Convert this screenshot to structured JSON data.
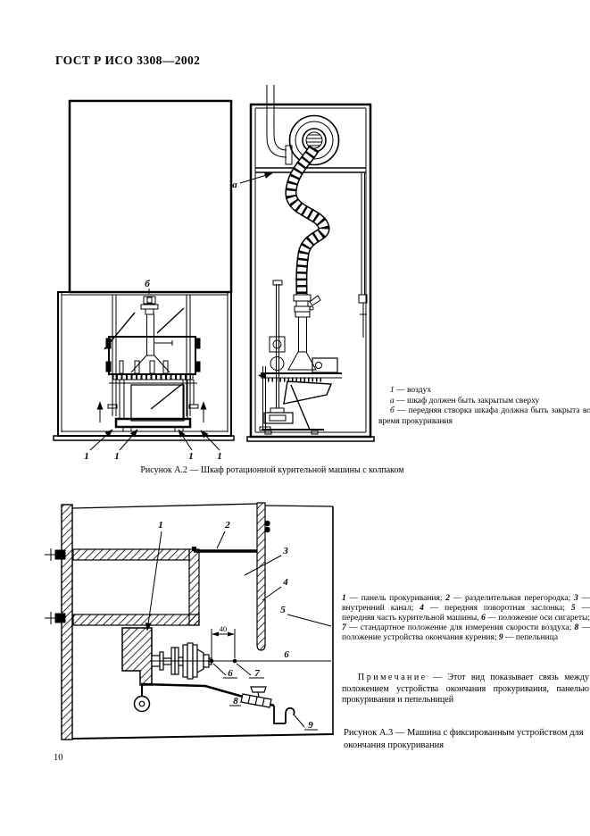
{
  "header": {
    "title": "ГОСТ Р ИСО 3308—2002"
  },
  "fig_a2": {
    "labels": {
      "one": "1",
      "a": "а",
      "b": "б"
    },
    "notes": [
      {
        "key": "1",
        "text": "— воздух"
      },
      {
        "key": "а",
        "text": "— шкаф должен быть закрытым сверху"
      },
      {
        "key": "б",
        "text": "— передняя створка шкафа должна быть закрыта во время прокуривания"
      }
    ],
    "caption": "Рисунок А.2 — Шкаф ротационной курительной машины с колпаком"
  },
  "fig_a3": {
    "dimension": "40",
    "labels": {
      "n1": "1",
      "n2": "2",
      "n3": "3",
      "n4": "4",
      "n5": "5",
      "n6": "6",
      "n7": "7",
      "n8": "8",
      "n9": "9"
    },
    "legend": [
      {
        "num": "1",
        "text": "— панель прокуривания;"
      },
      {
        "num": "2",
        "text": "— разделительная перегородка;"
      },
      {
        "num": "3",
        "text": "— внутренний канал;"
      },
      {
        "num": "4",
        "text": "— передняя поворотная заслонка;"
      },
      {
        "num": "5",
        "text": "— передняя часть курительной машины,"
      },
      {
        "num": "6",
        "text": "— положение оси сигареты;"
      },
      {
        "num": "7",
        "text": "— стандартное положение для измерения скорости воздуха;"
      },
      {
        "num": "8",
        "text": "— положение устройства окончания курения;"
      },
      {
        "num": "9",
        "text": "— пепельница"
      }
    ],
    "note": {
      "label": "Примечание",
      "text": "— Этот вид показывает связь между положением устройства окончания прокуривания, панелью прокуривания и пепельницей"
    },
    "caption": "Рисунок А.3 — Машина с фиксированным устройством для окончания прокуривания"
  },
  "page": {
    "number": "10"
  }
}
